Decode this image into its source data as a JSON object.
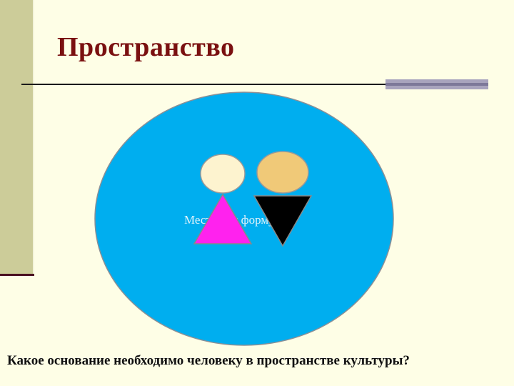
{
  "slide": {
    "title": "Пространство",
    "question": "Какое основание необходимо человеку в пространстве культуры?"
  },
  "diagram": {
    "placeholder_text": "Место для формулы.",
    "colors": {
      "background": "#fefee6",
      "circle": "#00aeef",
      "head_left": "#fdf3cf",
      "head_right": "#f0c978",
      "triangle_up": "#ff22ee",
      "triangle_down": "#000000",
      "title": "#7a1010"
    }
  }
}
